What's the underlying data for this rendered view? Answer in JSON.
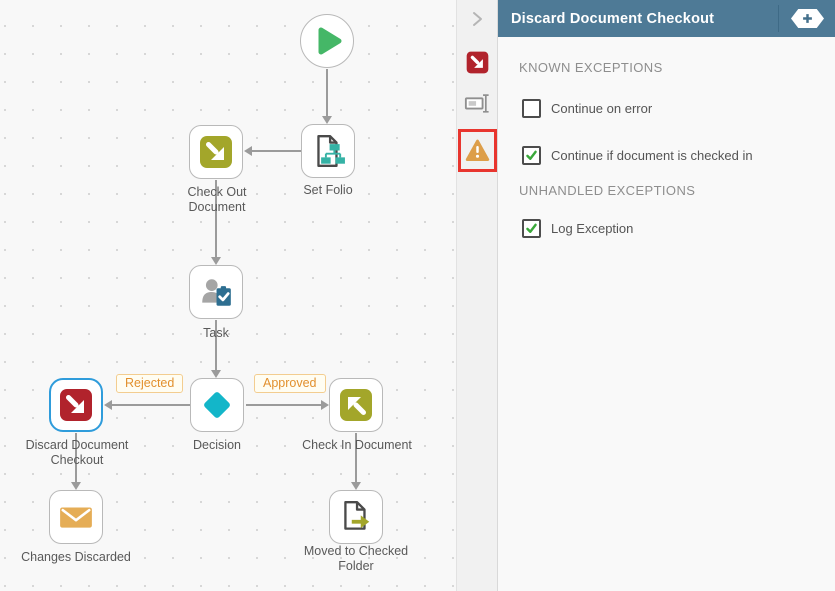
{
  "canvas": {
    "nodes": [
      {
        "id": "start",
        "label": "",
        "icon": "play-icon"
      },
      {
        "id": "set-folio",
        "label": "Set Folio",
        "icon": "folio-icon"
      },
      {
        "id": "check-out-document",
        "label": "Check Out Document",
        "icon": "check-out-arrow-icon"
      },
      {
        "id": "task",
        "label": "Task",
        "icon": "user-task-icon"
      },
      {
        "id": "discard-document-checkout",
        "label": "Discard Document Checkout",
        "icon": "discard-arrow-icon",
        "selected": true
      },
      {
        "id": "decision",
        "label": "Decision",
        "icon": "decision-diamond-icon"
      },
      {
        "id": "check-in-document",
        "label": "Check In Document",
        "icon": "check-in-arrow-icon"
      },
      {
        "id": "changes-discarded",
        "label": "Changes Discarded",
        "icon": "envelope-icon"
      },
      {
        "id": "moved-to-checked-folder",
        "label": "Moved to Checked Folder",
        "icon": "document-move-icon"
      }
    ],
    "edge_labels": [
      {
        "text": "Rejected"
      },
      {
        "text": "Approved"
      }
    ]
  },
  "toolbar": {
    "icons": [
      {
        "name": "collapse-chevron"
      },
      {
        "name": "discard-step"
      },
      {
        "name": "rename"
      },
      {
        "name": "exceptions-warning",
        "highlighted": true
      }
    ]
  },
  "panel": {
    "title": "Discard Document Checkout",
    "sections": [
      {
        "heading": "KNOWN EXCEPTIONS",
        "items": [
          {
            "label": "Continue on error",
            "checked": false
          },
          {
            "label": "Continue if document is checked in",
            "checked": true
          }
        ]
      },
      {
        "heading": "UNHANDLED EXCEPTIONS",
        "items": [
          {
            "label": "Log Exception",
            "checked": true
          }
        ]
      }
    ]
  },
  "colors": {
    "header": "#4e7a96",
    "selected_node_border": "#2f9cdb",
    "warning_highlight": "#e8352e",
    "check_green": "#3aa83a",
    "olive_icon": "#a3a62a",
    "red_icon": "#b1232c",
    "decision_teal": "#13b6c9",
    "outcome_label_orange": "#e2902e",
    "envelope_orange": "#e5ad56",
    "task_blue": "#2d6e90",
    "folio_teal": "#35b2a5",
    "play_green": "#45b767",
    "edge_gray": "#9b9b9b"
  }
}
